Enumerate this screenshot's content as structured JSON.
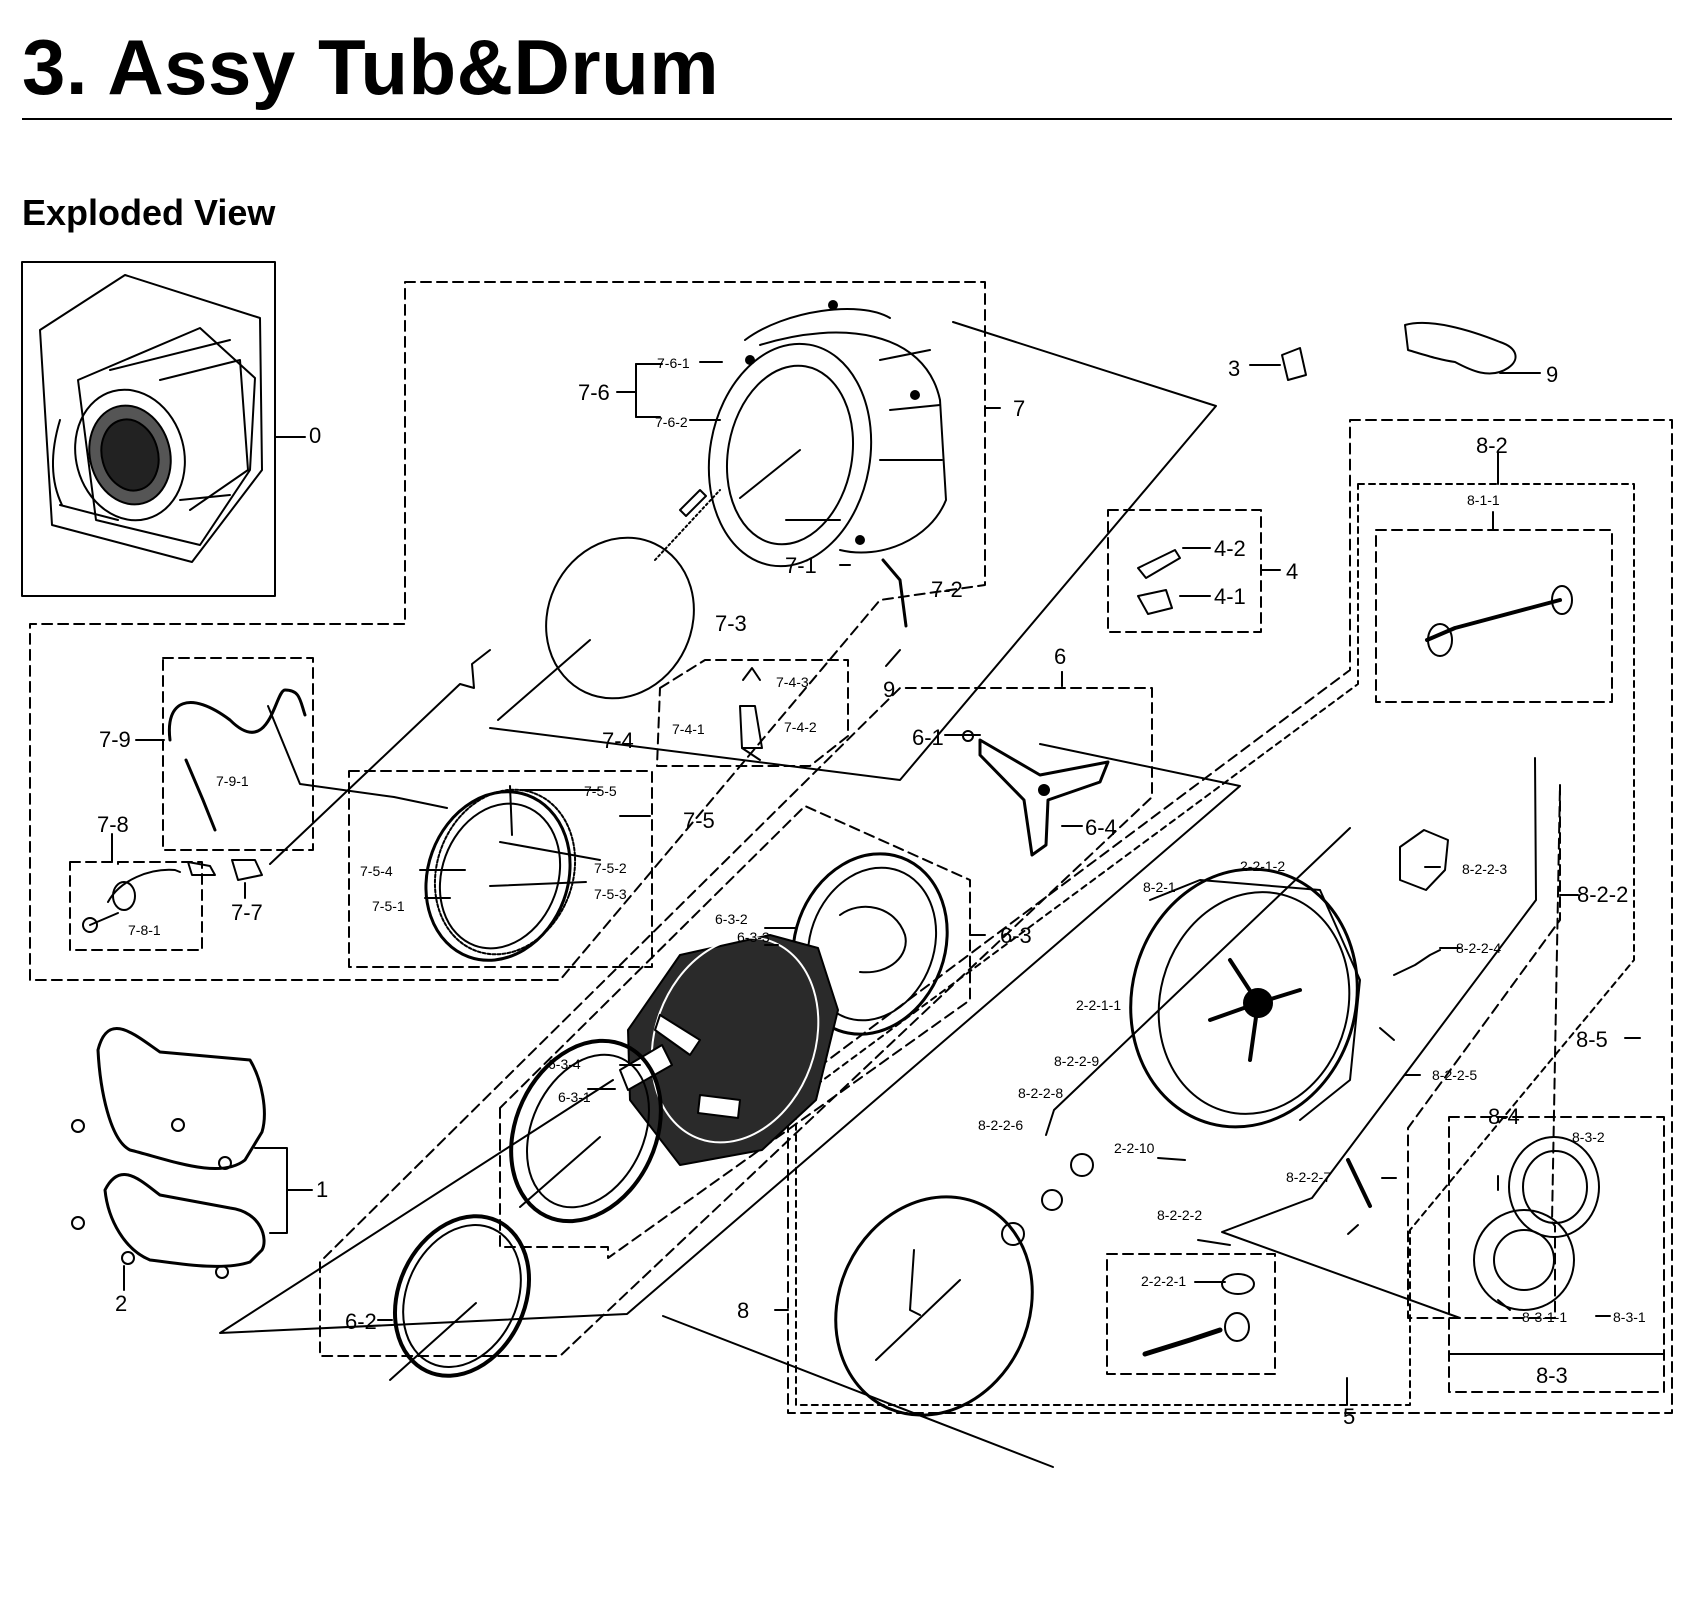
{
  "header": {
    "title": "3.  Assy Tub&Drum"
  },
  "section": {
    "title": "Exploded View"
  },
  "callouts": {
    "0": "0",
    "1": "1",
    "2": "2",
    "3": "3",
    "4": "4",
    "4-1": "4-1",
    "4-2": "4-2",
    "5": "5",
    "6": "6",
    "6-1": "6-1",
    "6-2": "6-2",
    "6-3": "6-3",
    "6-3-1": "6-3-1",
    "6-3-2": "6-3-2",
    "6-3-3": "6-3-3",
    "6-3-4": "6-3-4",
    "6-4": "6-4",
    "7": "7",
    "7-1": "7-1",
    "7-2": "7-2",
    "7-3": "7-3",
    "7-4": "7-4",
    "7-4-1": "7-4-1",
    "7-4-2": "7-4-2",
    "7-4-3": "7-4-3",
    "7-5": "7-5",
    "7-5-1": "7-5-1",
    "7-5-2": "7-5-2",
    "7-5-3": "7-5-3",
    "7-5-4": "7-5-4",
    "7-5-5": "7-5-5",
    "7-6": "7-6",
    "7-6-1": "7-6-1",
    "7-6-2": "7-6-2",
    "7-7": "7-7",
    "7-8": "7-8",
    "7-8-1": "7-8-1",
    "7-9": "7-9",
    "7-9-1": "7-9-1",
    "8": "8",
    "8-1-1": "8-1-1",
    "8-2": "8-2",
    "8-2-1": "8-2-1",
    "2-2-1-1": "2-2-1-1",
    "2-2-1-2": "2-2-1-2",
    "2-2-10": "2-2-10",
    "8-2-2": "8-2-2",
    "8-2-2-2": "8-2-2-2",
    "2-2-2-1": "2-2-2-1",
    "8-2-2-3": "8-2-2-3",
    "8-2-2-4": "8-2-2-4",
    "8-2-2-5": "8-2-2-5",
    "8-2-2-6": "8-2-2-6",
    "8-2-2-7": "8-2-2-7",
    "8-2-2-8": "8-2-2-8",
    "8-2-2-9": "8-2-2-9",
    "8-3": "8-3",
    "8-3-1": "8-3-1",
    "8-3-1-1": "8-3-1-1",
    "8-3-2": "8-3-2",
    "8-4": "8-4",
    "8-5": "8-5",
    "9": "9"
  }
}
